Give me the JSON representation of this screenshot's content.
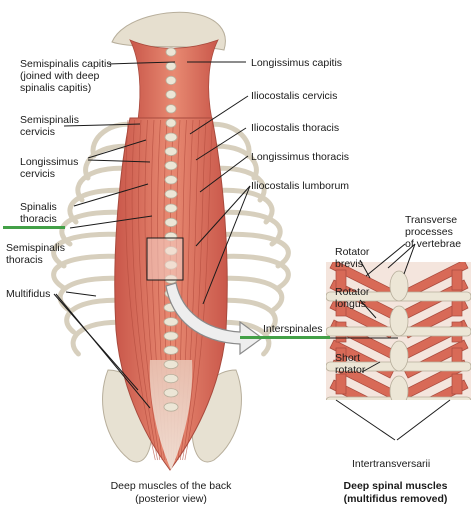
{
  "colors": {
    "muscle": "#d86a57",
    "muscle_dark": "#b24a3c",
    "bone": "#e7e1d2",
    "bone_shadow": "#bdb6a4",
    "leader": "#1a1a1a",
    "highlight_underline": "#43a047",
    "arrow_fill": "#eeeeee",
    "arrow_stroke": "#8a8a8a"
  },
  "labels": {
    "semispinalis_capitis": "Semispinalis capitis\n(joined with deep\nspinalis capitis)",
    "semispinalis_cervicis": "Semispinalis\ncervicis",
    "longissimus_cervicis": "Longissimus\ncervicis",
    "spinalis_thoracis": "Spinalis\nthoracis",
    "semispinalis_thoracis": "Semispinalis\nthoracis",
    "multifidus": "Multifidus",
    "longissimus_capitis": "Longissimus capitis",
    "iliocostalis_cervicis": "Iliocostalis cervicis",
    "iliocostalis_thoracis": "Iliocostalis thoracis",
    "longissimus_thoracis": "Longissimus thoracis",
    "iliocostalis_lumborum": "Iliocostalis lumborum",
    "transverse_processes": "Transverse\nprocesses\nof vertebrae",
    "rotator_brevis": "Rotator\nbrevis",
    "rotator_longus": "Rotator\nlongus",
    "interspinales": "Interspinales",
    "short_rotator": "Short\nrotator",
    "intertransversarii": "Intertransversarii"
  },
  "captions": {
    "left": "Deep muscles of the back\n(posterior view)",
    "right": "Deep spinal muscles\n(multifidus removed)"
  }
}
